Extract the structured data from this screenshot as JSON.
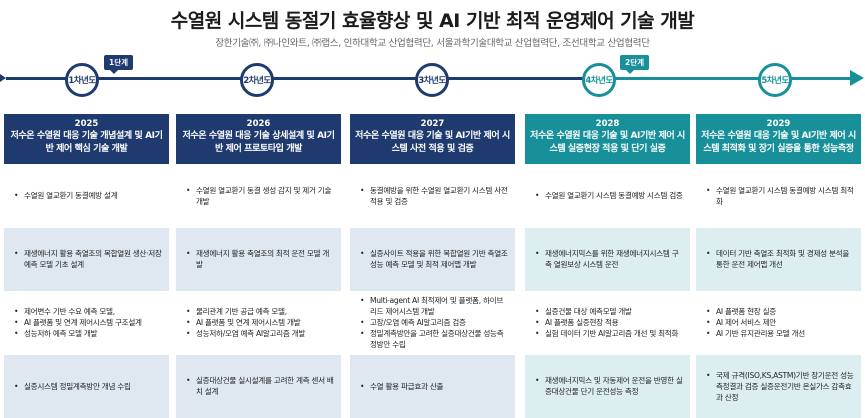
{
  "title": "수열원 시스템 동절기 효율향상 및 AI 기반 최적 운영제어 기술 개발",
  "subtitle": "장한기술㈜, ㈜나인와트, ㈜랩스, 인하대학교 산업협력단, 서울과학기술대학교 산업협력단, 조선대학교 산업협력단",
  "colors": {
    "navy": "#1f3a6e",
    "teal": "#17909a",
    "light_blue": "#dfe7f1",
    "light_teal": "#dceef0"
  },
  "timeline": {
    "nodes": [
      "1차년도",
      "2차년도",
      "3차년도",
      "4차년도",
      "5차년도"
    ],
    "stage_tags": [
      "1단계",
      "2단계"
    ]
  },
  "columns": [
    {
      "year": "2025",
      "title": "저수온 수열원 대응 기술 개념설계 및 AI기반 제어 핵심 기술 개발",
      "cells": [
        [
          "수열원 열교환기 동결예방 설계"
        ],
        [
          "재생에너지 활용 축열조의 복합열원 생산·저장 예측 모델 기초 설계"
        ],
        [
          "제어변수 기반 수요 예측 모델,",
          "AI 플랫폼 및 연계 제어시스템 구조설계",
          "성능저하 예측 모델 개발"
        ],
        [
          "실증시스템 정밀계측방안 개념 수립"
        ]
      ]
    },
    {
      "year": "2026",
      "title": "저수온 수열원 대응 기술 상세설계 및 AI기반 제어 프로토타입 개발",
      "cells": [
        [
          "수열원 열교환기 동결 생성 감지 및 제거 기술 개발"
        ],
        [
          "재생에너지 활용 축열조의 최적 운전 모델 개발"
        ],
        [
          "물리관계 기반 공급 예측 모델,",
          "AI 플랫폼 및 연계 제어시스템 개발",
          "성능저하/오염 예측 AI알고리즘 개발"
        ],
        [
          "실증대상건물 실시설계를 고려한 계측 센서 배치 설계"
        ]
      ]
    },
    {
      "year": "2027",
      "title": "저수온 수열원 대응 기술 및 AI기반 제어 시스템 사전 적용 및 검증",
      "cells": [
        [
          "동결예방을 위한 수열원 열교환기 시스템 사전 적용 및 검증"
        ],
        [
          "실증사이트 적용을 위한 복합열원 기반 축열조 성능 예측 모델 및 최적 제어맵 개발"
        ],
        [
          "Multi-agent AI 최적제어 및 플랫폼, 하이브리드 제어시스템 개발",
          "고장/오염 예측 AI알고리즘 검증",
          "정밀계측방안을 고려한 실증대상건물 성능측정방안 수립"
        ],
        [
          "수열 활용 파급효과 산출"
        ]
      ]
    },
    {
      "year": "2028",
      "title": "저수온 수열원 대응 기술 및 AI기반 제어 시스템 실증현장 적용 및 단기 실증",
      "cells": [
        [
          "수열원 열교환기 시스템 동결예방 시스템 검증"
        ],
        [
          "재생에너지믹스를 위한 재생에너지시스템 구축 열원보상 시스템 운전"
        ],
        [
          "실증건물 대상 예측모델 개발",
          "AI 플랫폼 실증현장 적용",
          "실험 데이터 기반 AI알고리즘 개선 및 최적화"
        ],
        [
          "재생에너지믹스 및 자동제어 운전을 반영한 실증대상건물 단기 운전성능 측정"
        ]
      ]
    },
    {
      "year": "2029",
      "title": "저수온 수열원 대응 기술 및 AI기반 제어 시스템 최적화 및 장기 실증을 통한 성능측정",
      "cells": [
        [
          "수열원 열교환기 시스템 동결예방 시스템 최적화"
        ],
        [
          "데이터 기반 축열조 최적화 및 경제성 분석을 통한 운전 제어맵 개선"
        ],
        [
          "AI 플랫폼 현장 실증",
          "AI 제어 서비스 제안",
          "AI 기반 유지관리용 모델 개선"
        ],
        [
          "국제 규격(ISO,KS,ASTM)기반 장기운전 성능 측정결과 검증 실증운전기반 온실가스 감축효과 산정"
        ]
      ]
    }
  ]
}
